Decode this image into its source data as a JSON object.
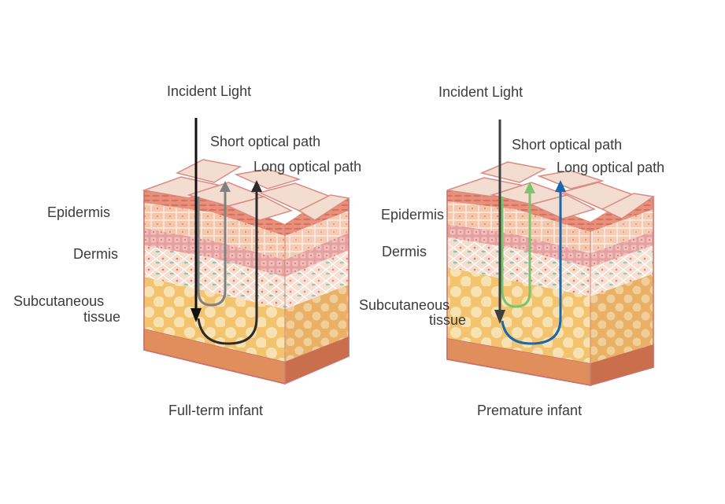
{
  "panels": [
    {
      "incident_label": "Incident Light",
      "short_label": "Short optical path",
      "long_label": "Long optical path",
      "layer_labels": {
        "epidermis": "Epidermis",
        "dermis": "Dermis",
        "subcutaneous_line1": "Subcutaneous",
        "subcutaneous_line2": "tissue"
      },
      "caption": "Full-term infant",
      "colors": {
        "incident": "#111111",
        "short": "#808080",
        "long": "#2b2b2b"
      }
    },
    {
      "incident_label": "Incident Light",
      "short_label": "Short optical path",
      "long_label": "Long optical path",
      "layer_labels": {
        "epidermis": "Epidermis",
        "dermis": "Dermis",
        "subcutaneous_line1": "Subcutaneous",
        "subcutaneous_line2": "tissue"
      },
      "caption": "Premature infant",
      "colors": {
        "incident": "#3f3f3f",
        "short": "#7cc46b",
        "long": "#1668b0"
      }
    }
  ]
}
